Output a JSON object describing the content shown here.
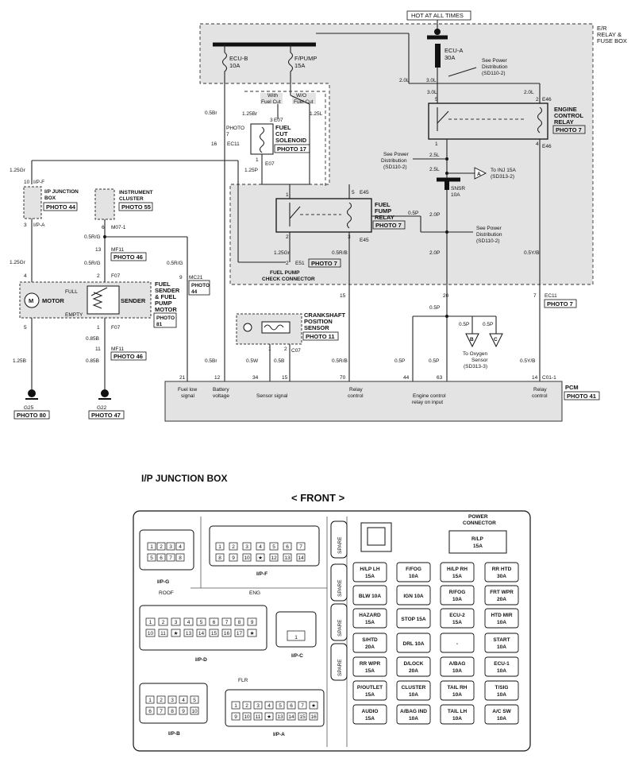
{
  "wiring": {
    "hot_label": "HOT AT ALL TIMES",
    "er_box": [
      "E/R",
      "RELAY &",
      "FUSE BOX"
    ],
    "fuse_ecub": [
      "ECU-B",
      "10A"
    ],
    "fuse_fpump": [
      "F/PUMP",
      "15A"
    ],
    "fuse_ecua": [
      "ECU-A",
      "30A"
    ],
    "see_power_1": [
      "See Power",
      "Distribution",
      "(SD110-2)"
    ],
    "see_power_2": [
      "See Power",
      "Distribution",
      "(SD110-2)"
    ],
    "see_power_3": [
      "See Power",
      "Distribution",
      "(SD110-2)"
    ],
    "engine_control_relay": [
      "ENGINE",
      "CONTROL",
      "RELAY"
    ],
    "photo7": "PHOTO 7",
    "fuel_cut_solenoid": [
      "FUEL",
      "CUT",
      "SOLENOID"
    ],
    "photo17": "PHOTO 17",
    "with_fuel_cut": [
      "With",
      "Fuel Cut"
    ],
    "wo_fuel_cut": [
      "W/O",
      "Fuel Cut"
    ],
    "photo_7_left": [
      "PHOTO",
      "7"
    ],
    "ip_junction_box_lbl": [
      "I/P JUNCTION",
      "BOX"
    ],
    "photo44": "PHOTO 44",
    "instrument_cluster": [
      "INSTRUMENT",
      "CLUSTER"
    ],
    "photo55": "PHOTO 55",
    "fuel_pump_relay": [
      "FUEL",
      "FUMP",
      "RELAY"
    ],
    "snsr_fuse": [
      "SNSR",
      "10A"
    ],
    "to_inj": [
      "To INJ 15A",
      "(SD313-2)"
    ],
    "fuel_pump_check": [
      "FUEL PUMP",
      "CHECK CONNECTOR"
    ],
    "e51": "E51",
    "fuel_sender": [
      "FUEL",
      "SENDER",
      "& FUEL",
      "PUMP",
      "MOTOR"
    ],
    "photo81": [
      "PHOTO",
      "81"
    ],
    "motor": "MOTOR",
    "sender": "SENDER",
    "full": "FULL",
    "empty": "EMPTY",
    "crankshaft": [
      "CRANKSHAFT",
      "POSITION",
      "SENSOR"
    ],
    "photo11": "PHOTO 11",
    "mf11": "MF11",
    "photo46": "PHOTO 46",
    "mc21": "MC21",
    "photo44b": [
      "PHOTO",
      "44"
    ],
    "to_oxygen": [
      "To Oxygen",
      "Sensor",
      "(SD313-3)"
    ],
    "ec11": "EC11",
    "pcm": "PCM",
    "photo41": "PHOTO 41",
    "g25": "G25",
    "photo80": "PHOTO 80",
    "g22": "G22",
    "photo47": "PHOTO 47",
    "c01": "C01-1",
    "pcm_labels": {
      "fuel_low": [
        "Fuel low",
        "signal"
      ],
      "battery": [
        "Battery",
        "voltage"
      ],
      "sensor_signal": "Sensor signal",
      "relay_control": [
        "Relay",
        "control"
      ],
      "engine_control": [
        "Engine control",
        "relay on input"
      ],
      "relay_control2": [
        "Relay",
        "control"
      ]
    },
    "pins": {
      "p21": "21",
      "p12": "12",
      "p34": "34",
      "p15": "15",
      "p70": "70",
      "p44": "44",
      "p63": "63",
      "p14": "14"
    },
    "wires": {
      "w05br_top": "0.5Br",
      "w125br": "1.25Br",
      "w125l": "1.25L",
      "w125p": "1.25P",
      "w125gr_a": "1.25Gr",
      "w125gr_b": "1.25Gr",
      "w05rg_a": "0.5R/G",
      "w05rg_b": "0.5R/G",
      "w05rg_c": "0.5R/G",
      "w085b_a": "0.85B",
      "w085b_b": "0.85B",
      "w125b": "1.25B",
      "w05br_b": "0.5Br",
      "w05w": "0.5W",
      "w05b": "0.5B",
      "w05rb_a": "0.5R/B",
      "w05rb_b": "0.5R/B",
      "w05p_a": "0.5P",
      "w05p_b": "0.5P",
      "w05p_c": "0.5P",
      "w05p_d": "0.5P",
      "w05p_e": "0.5P",
      "w05p_f": "0.5P",
      "w05yb_a": "0.5Y/B",
      "w05yb_b": "0.5Y/B",
      "w20l": "2.0L",
      "w30l": "3.0L",
      "w30l_b": "3.0L",
      "w20l_b": "2.0L",
      "w25l_a": "2.5L",
      "w25l_b": "2.5L",
      "w20p_a": "2.0P",
      "w20p_b": "2.0P",
      "w125gr_c": "1.25Gr"
    },
    "conn": {
      "e07": "E07",
      "e07b": "E07",
      "ec11": "EC11",
      "e45": "E45",
      "e45b": "E45",
      "e46": "E46",
      "e46b": "E46",
      "ipf": "I/P-F",
      "ipa": "I/P-A",
      "m071": "M07-1",
      "f07": "F07",
      "f07b": "F07",
      "c07": "C07"
    }
  },
  "junction": {
    "title": "I/P JUNCTION BOX",
    "front": "< FRONT >",
    "power_connector": [
      "POWER",
      "CONNECTOR"
    ],
    "rlp": [
      "R/LP",
      "15A"
    ],
    "spare": "SPARE",
    "roof": "ROOF",
    "eng": "ENG",
    "flr": "FLR",
    "ipg": "I/P-G",
    "ipf": "I/P-F",
    "ipd": "I/P-D",
    "ipc": "I/P-C",
    "ipb": "I/P-B",
    "ipa": "I/P-A",
    "fuses": [
      [
        "H/LP LH",
        "15A"
      ],
      [
        "F/FOG",
        "10A"
      ],
      [
        "H/LP RH",
        "15A"
      ],
      [
        "RR HTD",
        "30A"
      ],
      [
        "BLW 10A",
        ""
      ],
      [
        "IGN 10A",
        ""
      ],
      [
        "R/FOG",
        "10A"
      ],
      [
        "FRT WPR",
        "20A"
      ],
      [
        "HAZARD",
        "15A"
      ],
      [
        "STOP 15A",
        ""
      ],
      [
        "ECU-2",
        "15A"
      ],
      [
        "HTD MIR",
        "10A"
      ],
      [
        "S/HTD",
        "20A"
      ],
      [
        "DRL 10A",
        ""
      ],
      [
        "-",
        ""
      ],
      [
        "START",
        "10A"
      ],
      [
        "RR WPR",
        "15A"
      ],
      [
        "D/LOCK",
        "20A"
      ],
      [
        "A/BAG",
        "10A"
      ],
      [
        "ECU-1",
        "10A"
      ],
      [
        "P/OUTLET",
        "15A"
      ],
      [
        "CLUSTER",
        "10A"
      ],
      [
        "TAIL RH",
        "10A"
      ],
      [
        "T/SIG",
        "10A"
      ],
      [
        "AUDIO",
        "15A"
      ],
      [
        "A/BAG IND",
        "10A"
      ],
      [
        "TAIL LH",
        "10A"
      ],
      [
        "A/C SW",
        "10A"
      ]
    ],
    "ipg_pins": [
      "1",
      "2",
      "3",
      "4",
      "5",
      "6",
      "7",
      "8"
    ],
    "ipf_pins": [
      "1",
      "2",
      "3",
      "4",
      "5",
      "6",
      "7",
      "8",
      "9",
      "10",
      "★",
      "12",
      "13",
      "14"
    ],
    "ipd_pins": [
      "1",
      "2",
      "3",
      "4",
      "5",
      "6",
      "7",
      "8",
      "9",
      "10",
      "11",
      "★",
      "13",
      "14",
      "15",
      "16",
      "17",
      "★"
    ],
    "ipc_pins": [
      "1"
    ],
    "ipb_pins": [
      "1",
      "2",
      "3",
      "4",
      "5",
      "6",
      "7",
      "8",
      "9",
      "10"
    ],
    "ipa_pins": [
      "1",
      "2",
      "3",
      "4",
      "5",
      "6",
      "7",
      "★",
      "9",
      "10",
      "11",
      "★",
      "13",
      "14",
      "15",
      "16"
    ]
  }
}
